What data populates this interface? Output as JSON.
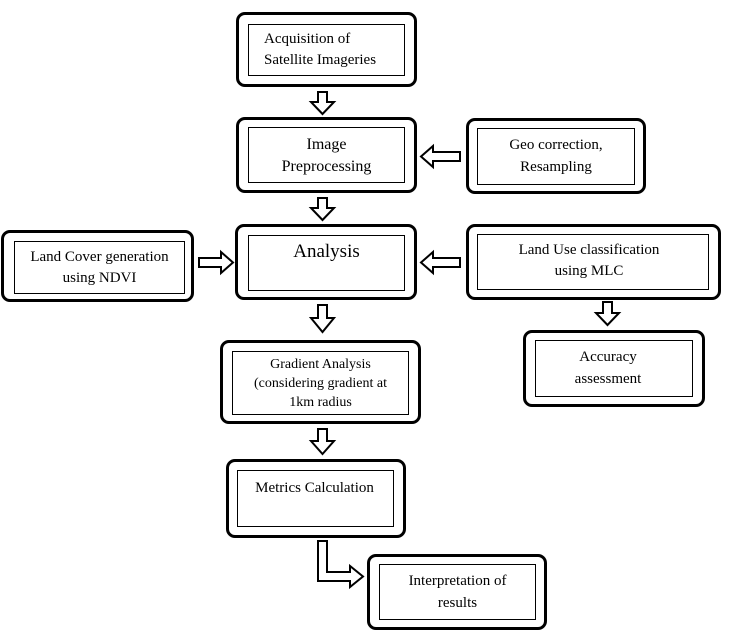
{
  "nodes": {
    "acquisition": "Acquisition of\nSatellite Imageries",
    "preprocessing": "Image\nPreprocessing",
    "geo_correction": "Geo correction,\nResampling",
    "analysis": "Analysis",
    "land_cover": "Land Cover generation\nusing NDVI",
    "land_use": "Land Use classification\nusing MLC",
    "accuracy": "Accuracy\nassessment",
    "gradient": "Gradient Analysis\n(considering gradient at\n1km radius",
    "metrics": "Metrics Calculation",
    "interpretation": "Interpretation of\nresults"
  }
}
